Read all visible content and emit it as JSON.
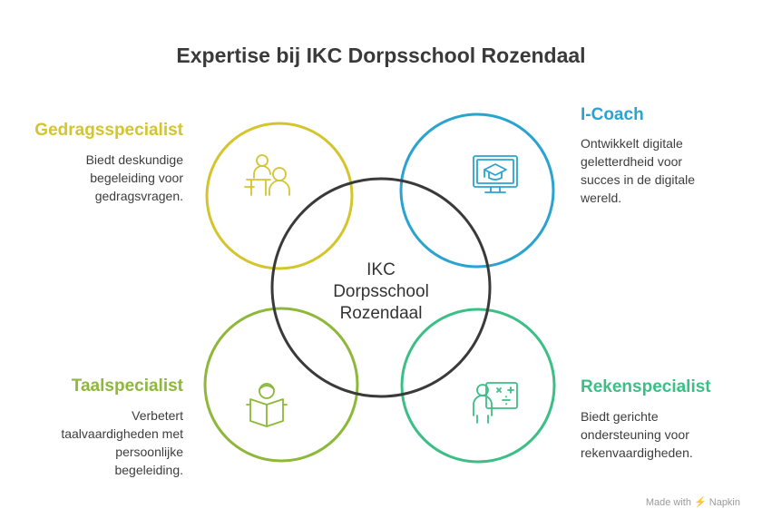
{
  "title": "Expertise bij IKC Dorpsschool Rozendaal",
  "center": {
    "lines": [
      "IKC",
      "Dorpsschool",
      "Rozendaal"
    ]
  },
  "colors": {
    "gedrag": "#d4c52c",
    "coach": "#2aa3d0",
    "taal": "#8db83a",
    "reken": "#3cbf86",
    "center": "#3a3a3a"
  },
  "specialists": {
    "gedrag": {
      "name": "Gedragsspecialist",
      "desc": [
        "Biedt deskundige",
        "begeleiding voor",
        "gedragsvragen."
      ],
      "icon": "teacher-student-icon"
    },
    "coach": {
      "name": "I-Coach",
      "desc": [
        "Ontwikkelt digitale",
        "geletterdheid voor",
        "succes in de digitale",
        "wereld."
      ],
      "icon": "online-education-icon"
    },
    "taal": {
      "name": "Taalspecialist",
      "desc": [
        "Verbetert",
        "taalvaardigheden met",
        "persoonlijke",
        "begeleiding."
      ],
      "icon": "reading-student-icon"
    },
    "reken": {
      "name": "Rekenspecialist",
      "desc": [
        "Biedt gerichte",
        "ondersteuning voor",
        "rekenvaardigheden."
      ],
      "icon": "math-teacher-icon"
    }
  },
  "footer": "Made with ⚡ Napkin"
}
